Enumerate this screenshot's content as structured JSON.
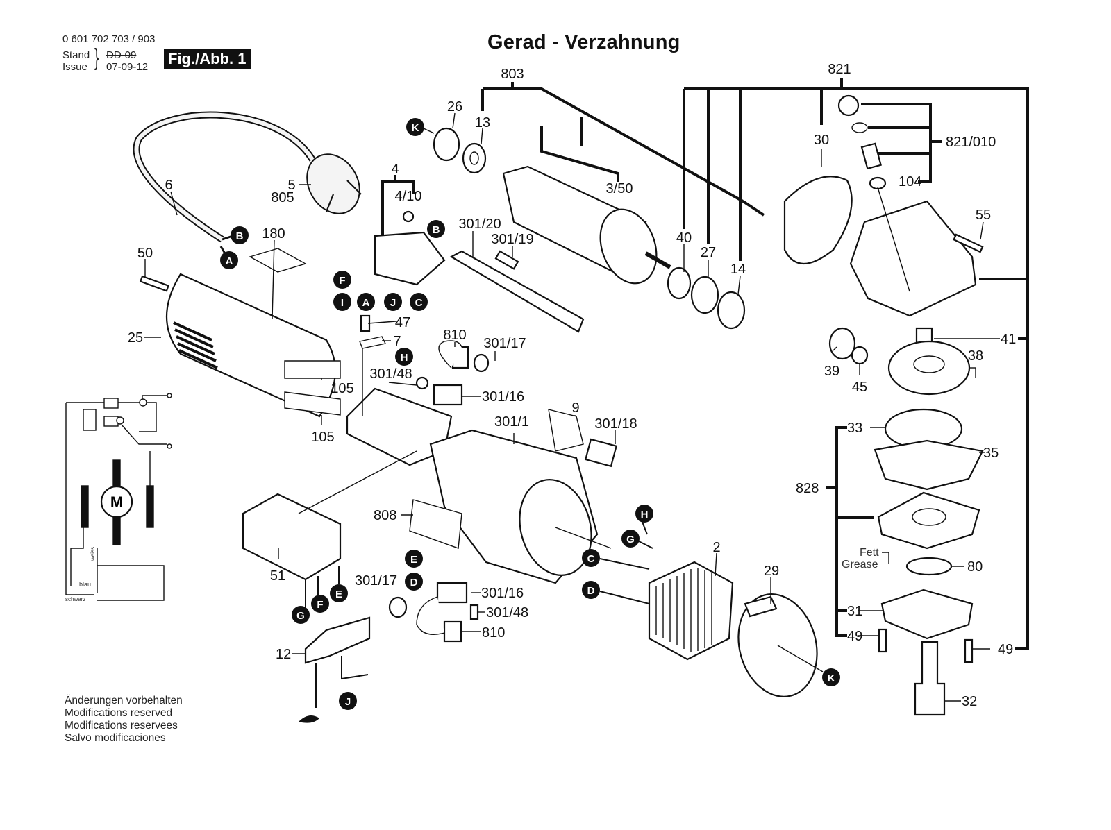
{
  "header": {
    "part_number": "0 601 702 703 / 903",
    "stand_label": "Stand",
    "issue_label": "Issue",
    "stand_value_struck": "DD-09",
    "issue_value": "07-09-12",
    "figure_label": "Fig./Abb. 1",
    "title": "Gerad - Verzahnung"
  },
  "footer": {
    "lines": [
      "Änderungen vorbehalten",
      "Modifications reserved",
      "Modifications reservees",
      "Salvo modificaciones"
    ]
  },
  "wiring": {
    "motor_label": "M",
    "wire_labels": [
      "weiss",
      "blau",
      "schwarz"
    ]
  },
  "grease_note": {
    "de": "Fett",
    "en": "Grease"
  },
  "part_labels": {
    "l803": "803",
    "l821": "821",
    "l821_010": "821/010",
    "l104": "104",
    "l26": "26",
    "l13": "13",
    "l30": "30",
    "l4": "4",
    "l4_10": "4/10",
    "l6": "6",
    "l5": "5",
    "l805": "805",
    "l3_50": "3/50",
    "l55": "55",
    "l301_20": "301/20",
    "l301_19": "301/19",
    "l180": "180",
    "l50": "50",
    "l40": "40",
    "l27": "27",
    "l14": "14",
    "l25": "25",
    "l47": "47",
    "l7": "7",
    "l810a": "810",
    "l301_17a": "301/17",
    "l301_48a": "301/48",
    "l301_16a": "301/16",
    "l105a": "105",
    "l105b": "105",
    "l39": "39",
    "l45": "45",
    "l41": "41",
    "l38": "38",
    "l9": "9",
    "l301_1": "301/1",
    "l301_18": "301/18",
    "l33": "33",
    "l35": "35",
    "l828": "828",
    "l808": "808",
    "l51": "51",
    "l2": "2",
    "l29": "29",
    "l80": "80",
    "l301_17b": "301/17",
    "l301_16b": "301/16",
    "l301_48b": "301/48",
    "l810b": "810",
    "l31": "31",
    "l49a": "49",
    "l49b": "49",
    "l12": "12",
    "l32": "32"
  },
  "connection_markers": {
    "K1": "K",
    "B1": "B",
    "A1": "A",
    "B2": "B",
    "F1": "F",
    "I1": "I",
    "A2": "A",
    "J1": "J",
    "C1": "C",
    "H1": "H",
    "H2": "H",
    "G2": "G",
    "C2": "C",
    "D2": "D",
    "E1": "E",
    "D1": "D",
    "G1": "G",
    "F2": "F",
    "E2": "E",
    "J2": "J",
    "K2": "K"
  }
}
